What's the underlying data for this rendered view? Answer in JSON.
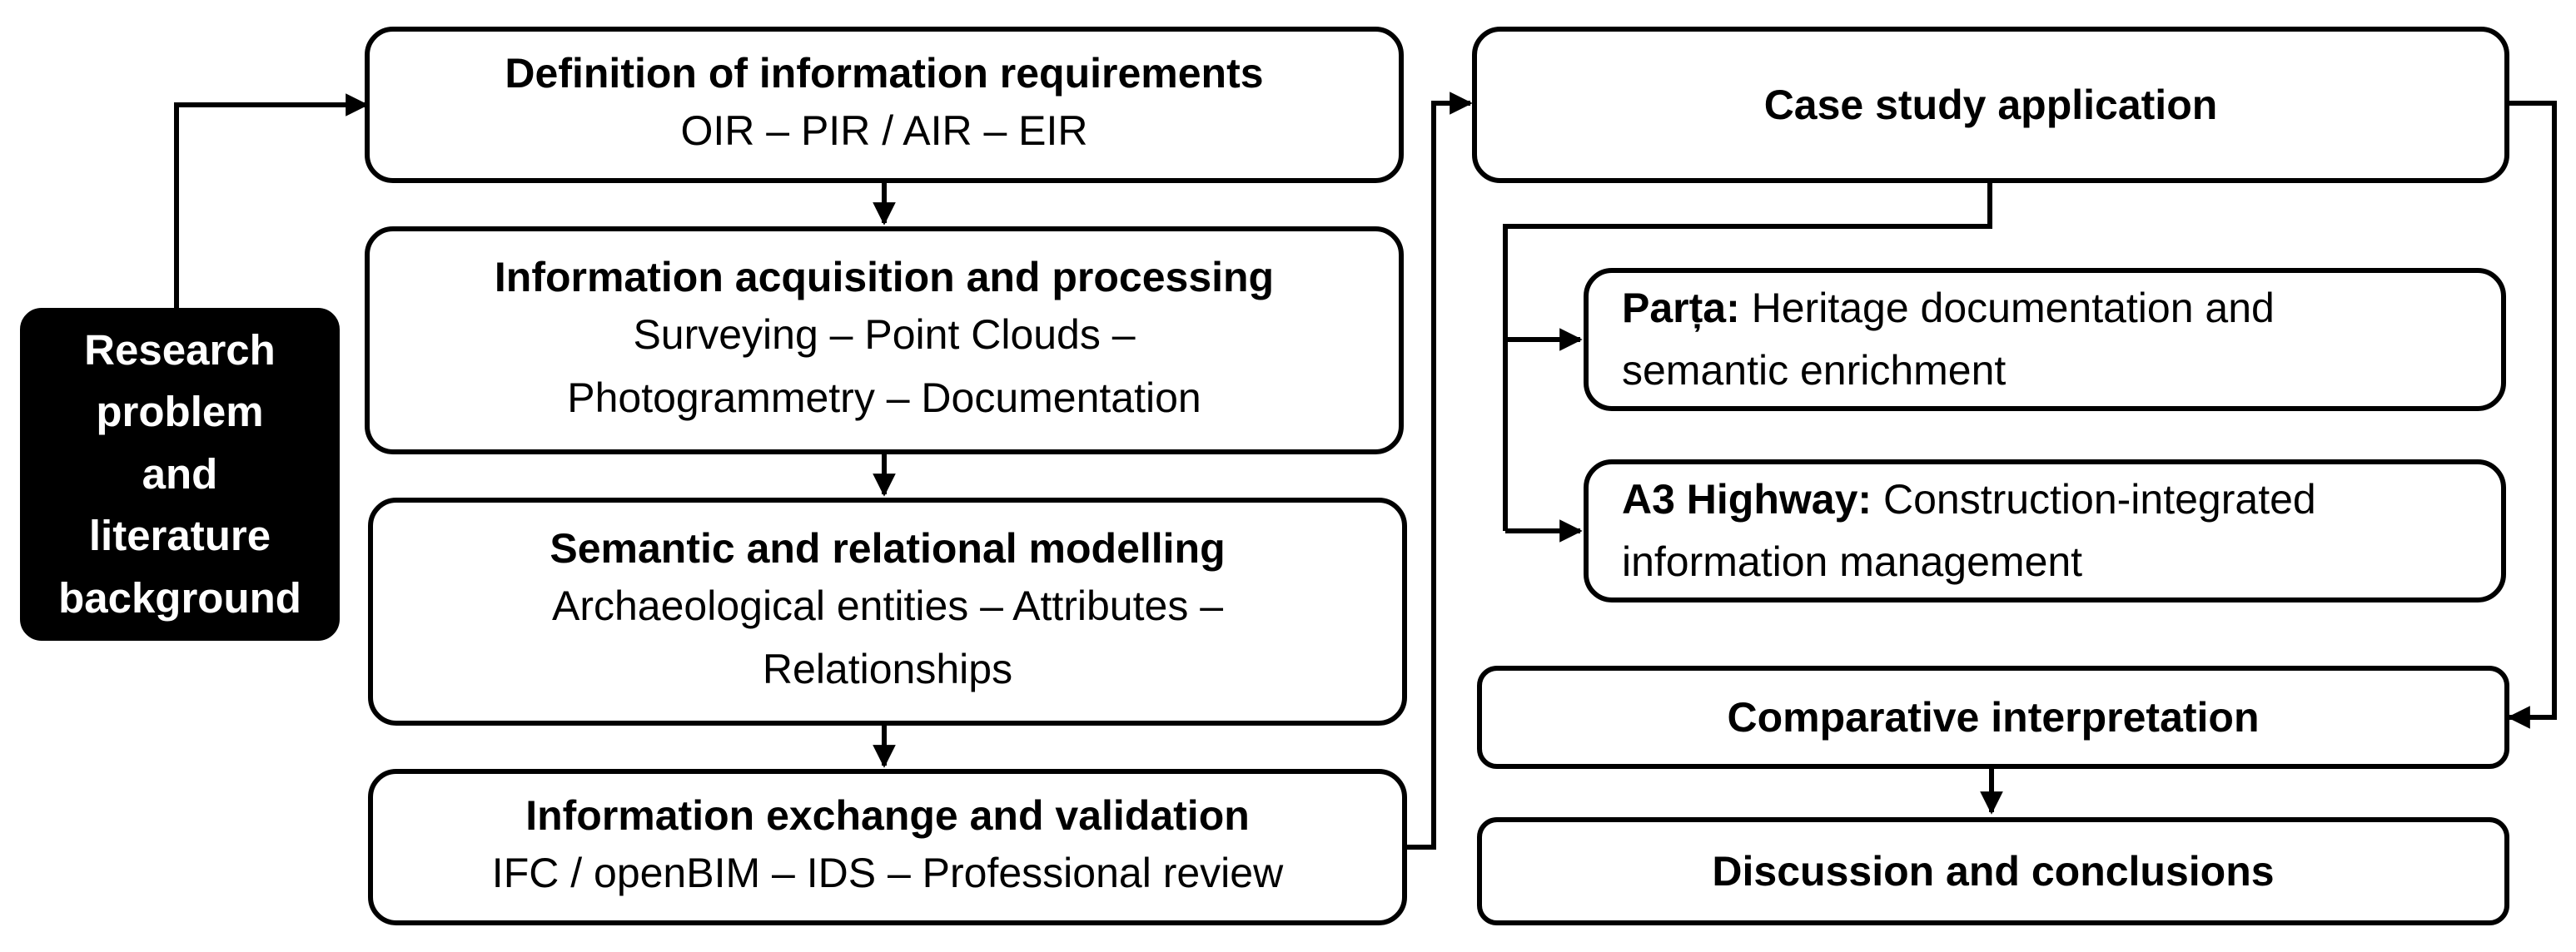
{
  "diagram": {
    "start": {
      "lines": [
        "Research",
        "problem",
        "and",
        "literature",
        "background"
      ]
    },
    "steps": [
      {
        "title": "Definition of information requirements",
        "detail": [
          "OIR – PIR / AIR – EIR"
        ]
      },
      {
        "title": "Information acquisition and processing",
        "detail": [
          "Surveying – Point Clouds –",
          "Photogrammetry – Documentation"
        ]
      },
      {
        "title": "Semantic and relational modelling",
        "detail": [
          "Archaeological entities – Attributes –",
          "Relationships"
        ]
      },
      {
        "title": "Information exchange and validation",
        "detail": [
          "IFC / openBIM – IDS – Professional review"
        ]
      }
    ],
    "case_study": {
      "title": "Case study application",
      "cases": [
        {
          "name": "Parța:",
          "line1": "Heritage documentation and",
          "line2": "semantic enrichment"
        },
        {
          "name": "A3 Highway:",
          "line1": "Construction-integrated",
          "line2": "information management"
        }
      ]
    },
    "comparative": {
      "title": "Comparative interpretation"
    },
    "discussion": {
      "title": "Discussion and conclusions"
    }
  }
}
